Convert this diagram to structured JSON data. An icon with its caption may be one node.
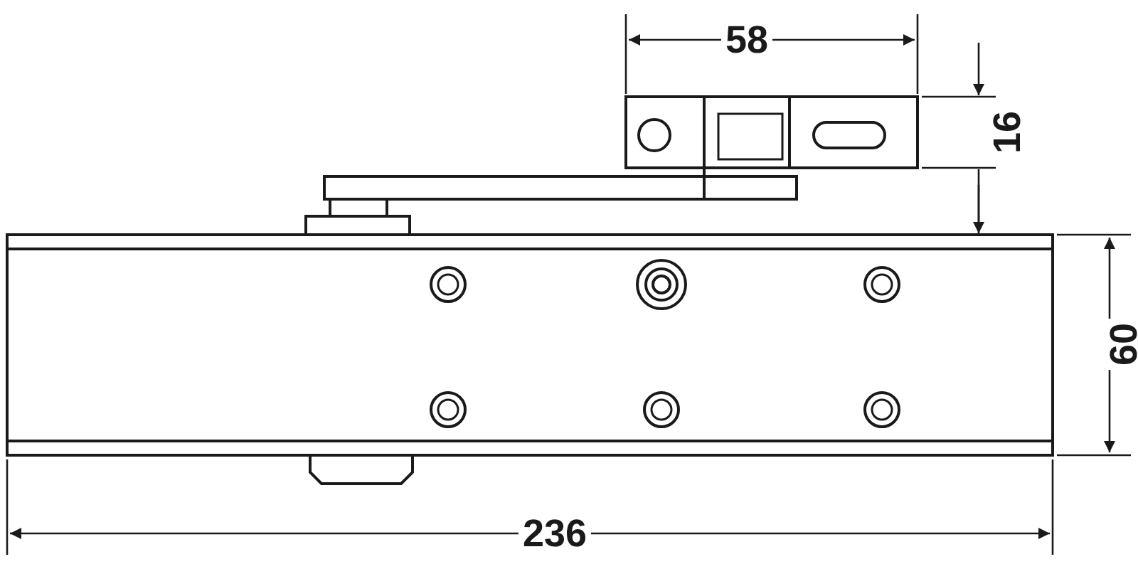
{
  "diagram": {
    "labels": [
      "58",
      "16",
      "60",
      "236"
    ]
  }
}
